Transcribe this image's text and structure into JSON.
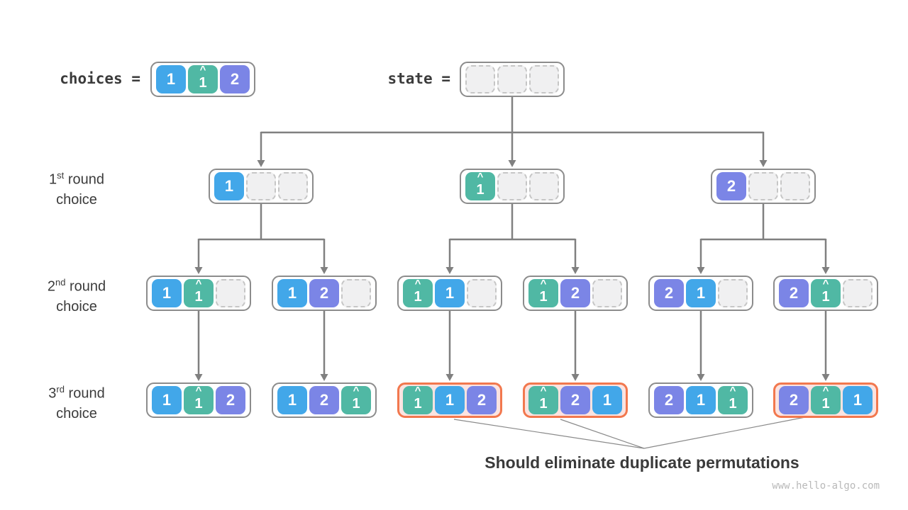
{
  "colors": {
    "blue": "#42a7e9",
    "teal": "#50b8a4",
    "purple": "#7b85e6",
    "empty_fill": "#f0f0f1",
    "empty_border": "#c6c6c6",
    "box_border": "#8c8c8c",
    "highlight_border": "#f2784e",
    "highlight_fill": "#fbe3e0",
    "line": "#808080",
    "thin_line": "#8a8a8a",
    "text": "#3b3b3b",
    "watermark": "#b9b9b9"
  },
  "cell_tokens": {
    "1": "blue element 1",
    "1h": "teal element 1 with hat (duplicate 1)",
    "2": "purple element 2",
    "null": "empty dashed slot"
  },
  "header": {
    "choices_label": "choices =",
    "state_label": "state =",
    "choices_cells": [
      "1",
      "1h",
      "2"
    ],
    "state_cells": [
      null,
      null,
      null
    ]
  },
  "row_labels": [
    {
      "num": "1",
      "sup": "st",
      "tail": " round",
      "line2": "choice"
    },
    {
      "num": "2",
      "sup": "nd",
      "tail": " round",
      "line2": "choice"
    },
    {
      "num": "3",
      "sup": "rd",
      "tail": " round",
      "line2": "choice"
    }
  ],
  "tree": {
    "level1": [
      {
        "cells": [
          "1",
          null,
          null
        ],
        "highlight": false
      },
      {
        "cells": [
          "1h",
          null,
          null
        ],
        "highlight": false
      },
      {
        "cells": [
          "2",
          null,
          null
        ],
        "highlight": false
      }
    ],
    "level2": [
      {
        "cells": [
          "1",
          "1h",
          null
        ],
        "highlight": false
      },
      {
        "cells": [
          "1",
          "2",
          null
        ],
        "highlight": false
      },
      {
        "cells": [
          "1h",
          "1",
          null
        ],
        "highlight": false
      },
      {
        "cells": [
          "1h",
          "2",
          null
        ],
        "highlight": false
      },
      {
        "cells": [
          "2",
          "1",
          null
        ],
        "highlight": false
      },
      {
        "cells": [
          "2",
          "1h",
          null
        ],
        "highlight": false
      }
    ],
    "level3": [
      {
        "cells": [
          "1",
          "1h",
          "2"
        ],
        "highlight": false
      },
      {
        "cells": [
          "1",
          "2",
          "1h"
        ],
        "highlight": false
      },
      {
        "cells": [
          "1h",
          "1",
          "2"
        ],
        "highlight": true
      },
      {
        "cells": [
          "1h",
          "2",
          "1"
        ],
        "highlight": true
      },
      {
        "cells": [
          "2",
          "1",
          "1h"
        ],
        "highlight": false
      },
      {
        "cells": [
          "2",
          "1h",
          "1"
        ],
        "highlight": true
      }
    ]
  },
  "annotation": "Should eliminate duplicate permutations",
  "watermark": "www.hello-algo.com"
}
